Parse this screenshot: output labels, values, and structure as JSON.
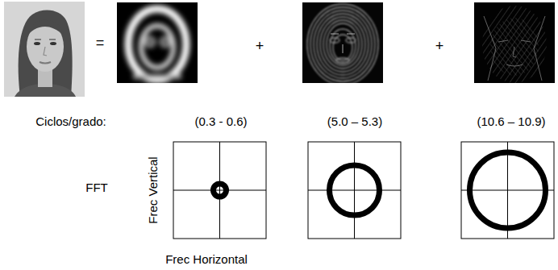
{
  "diagram": {
    "labels": [
      "=",
      "+",
      "+",
      "Ciclos/grado:",
      "(0.3 - 0.6)",
      "(5.0 – 5.3)",
      "(10.6 – 10.9)",
      "FFT",
      "Frec Vertical",
      "Frec Horizontal"
    ]
  }
}
